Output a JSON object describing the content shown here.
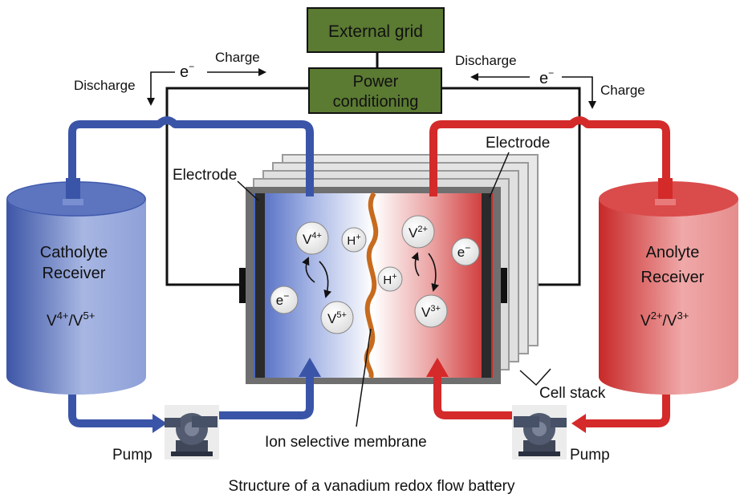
{
  "boxes": {
    "external_grid": "External grid",
    "power_line1": "Power",
    "power_line2": "conditioning"
  },
  "flow": {
    "left_discharge": "Discharge",
    "left_electron": "e",
    "left_electron_sup": "−",
    "left_charge": "Charge",
    "right_discharge": "Discharge",
    "right_electron": "e",
    "right_electron_sup": "−",
    "right_charge": "Charge"
  },
  "tanks": {
    "catholyte_line1": "Catholyte",
    "catholyte_line2": "Receiver",
    "catholyte_v1": "V",
    "catholyte_v1_sup": "4+",
    "catholyte_sep": "/V",
    "catholyte_v2_sup": "5+",
    "anolyte_line1": "Anolyte",
    "anolyte_line2": "Receiver",
    "anolyte_v1": "V",
    "anolyte_v1_sup": "2+",
    "anolyte_sep": "/V",
    "anolyte_v2_sup": "3+"
  },
  "cell": {
    "electrode_left": "Electrode",
    "electrode_right": "Electrode",
    "membrane": "Ion selective membrane",
    "cell_stack": "Cell stack",
    "pump_left": "Pump",
    "pump_right": "Pump"
  },
  "ions": {
    "v4": "V",
    "v4_sup": "4+",
    "v5": "V",
    "v5_sup": "5+",
    "v2": "V",
    "v2_sup": "2+",
    "v3": "V",
    "v3_sup": "3+",
    "h_left": "H",
    "h_left_sup": "+",
    "h_right": "H",
    "h_right_sup": "+",
    "e_left": "e",
    "e_left_sup": "−",
    "e_right": "e",
    "e_right_sup": "−"
  },
  "caption": "Structure of a vanadium redox flow battery",
  "colors": {
    "blue": "#3a55a8",
    "red": "#d42a2a",
    "box_green": "#5b7a32",
    "membrane": "#c86a1e"
  }
}
